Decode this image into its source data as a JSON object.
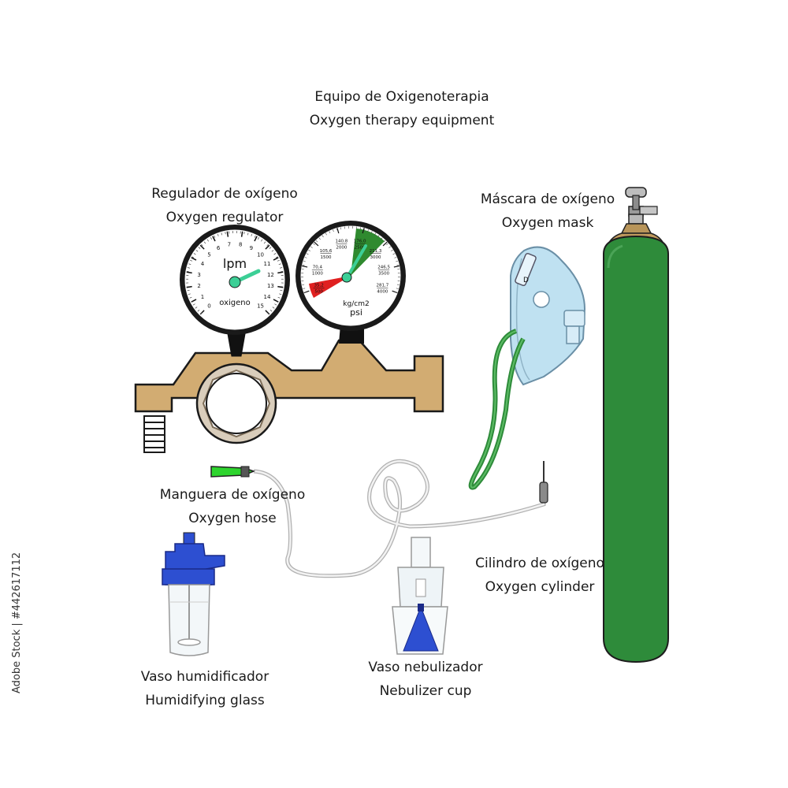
{
  "title": {
    "es": "Equipo de Oxigenoterapia",
    "en": "Oxygen therapy equipment"
  },
  "labels": {
    "regulator": {
      "es": "Regulador de oxígeno",
      "en": "Oxygen regulator"
    },
    "mask": {
      "es": "Máscara de oxígeno",
      "en": "Oxygen mask"
    },
    "hose": {
      "es": "Manguera de oxígeno",
      "en": "Oxygen hose"
    },
    "cylinder": {
      "es": "Cilindro de oxígeno",
      "en": "Oxygen cylinder"
    },
    "humidifier": {
      "es": "Vaso humidificador",
      "en": "Humidifying glass"
    },
    "nebulizer": {
      "es": "Vaso nebulizador",
      "en": "Nebulizer cup"
    }
  },
  "flow_gauge": {
    "unit": "lpm",
    "gas": "oxigeno",
    "ticks": [
      "0",
      "1",
      "2",
      "3",
      "4",
      "5",
      "6",
      "7",
      "8",
      "9",
      "10",
      "11",
      "12",
      "13",
      "14",
      "15"
    ]
  },
  "pressure_gauge": {
    "unit_metric": "kg/cm2",
    "unit_imperial": "psi",
    "scale": [
      {
        "kg": "35,2",
        "psi": "500"
      },
      {
        "kg": "70,4",
        "psi": "1000"
      },
      {
        "kg": "105,6",
        "psi": "1500"
      },
      {
        "kg": "140,8",
        "psi": "2000"
      },
      {
        "kg": "176,0",
        "psi": "2500"
      },
      {
        "kg": "211,3",
        "psi": "3000"
      },
      {
        "kg": "246,5",
        "psi": "3500"
      },
      {
        "kg": "281,7",
        "psi": "4000"
      }
    ]
  },
  "stock_id": "Adobe Stock | #442617112",
  "colors": {
    "cylinder_green": "#2e8b3a",
    "regulator_brass": "#d2ac72",
    "pointer_mint": "#3ccf96",
    "blue_cap": "#2d4fd1",
    "mask_blue": "#bfe1f1",
    "danger_red": "#e02020",
    "safe_green": "#2f8a2f"
  }
}
